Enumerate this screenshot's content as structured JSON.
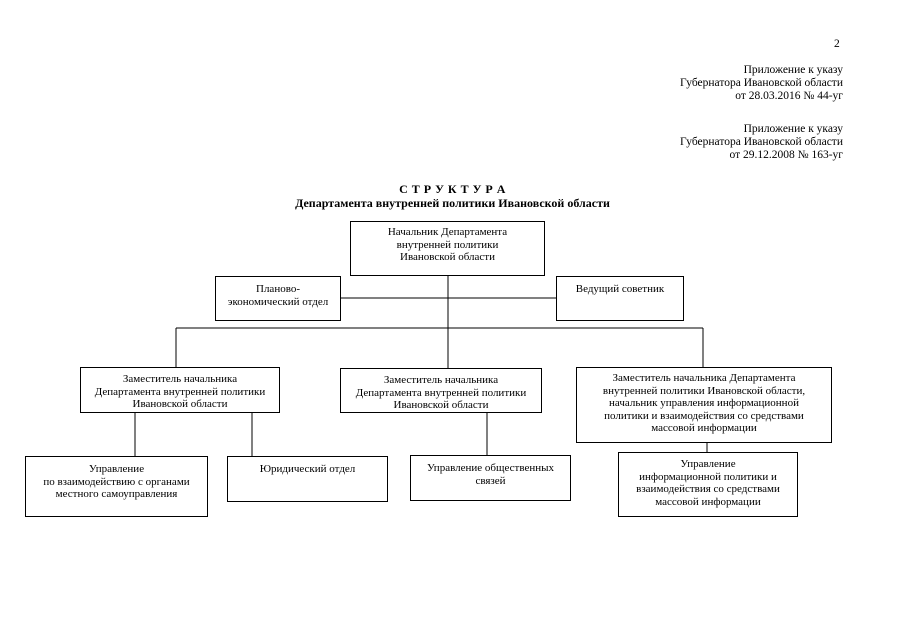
{
  "page_number": "2",
  "header_blocks": [
    {
      "lines": [
        "Приложение к указу",
        "Губернатора Ивановской области",
        "от 28.03.2016 № 44-уг"
      ]
    },
    {
      "lines": [
        "Приложение к указу",
        "Губернатора Ивановской области",
        "от 29.12.2008 № 163-уг"
      ]
    }
  ],
  "title": {
    "line1": "С Т Р У К Т У Р А",
    "line2": "Департамента внутренней политики Ивановской области"
  },
  "boxes": {
    "head": [
      "Начальник Департамента",
      "внутренней политики",
      "Ивановской области"
    ],
    "planning": [
      "Планово-",
      "экономический отдел"
    ],
    "advisor": [
      "Ведущий советник"
    ],
    "deputy1": [
      "Заместитель начальника",
      "Департамента внутренней политики",
      "Ивановской области"
    ],
    "deputy2": [
      "Заместитель начальника",
      "Департамента внутренней политики",
      "Ивановской области"
    ],
    "deputy3": [
      "Заместитель начальника Департамента",
      "внутренней политики Ивановской области,",
      "начальник управления информационной",
      "политики и взаимодействия со средствами",
      "массовой информации"
    ],
    "local_gov": [
      "Управление",
      "по взаимодействию с органами",
      "местного самоуправления"
    ],
    "legal": [
      "Юридический отдел"
    ],
    "public_rel": [
      "Управление общественных",
      "связей"
    ],
    "info_policy": [
      "Управление",
      "информационной политики и",
      "взаимодействия со средствами",
      "массовой информации"
    ]
  }
}
